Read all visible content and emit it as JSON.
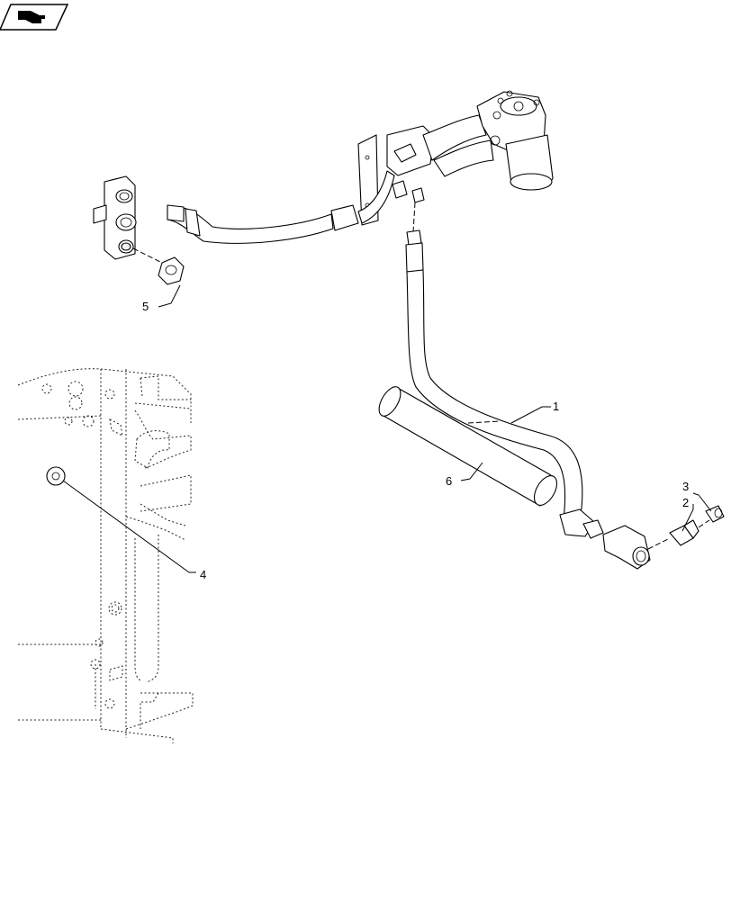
{
  "callouts": [
    {
      "id": "1",
      "label": "1"
    },
    {
      "id": "2",
      "label": "2"
    },
    {
      "id": "3",
      "label": "3"
    },
    {
      "id": "4",
      "label": "4"
    },
    {
      "id": "5",
      "label": "5"
    },
    {
      "id": "6",
      "label": "6"
    }
  ],
  "icons": {
    "corner_nav": "hand-pointer-icon"
  }
}
